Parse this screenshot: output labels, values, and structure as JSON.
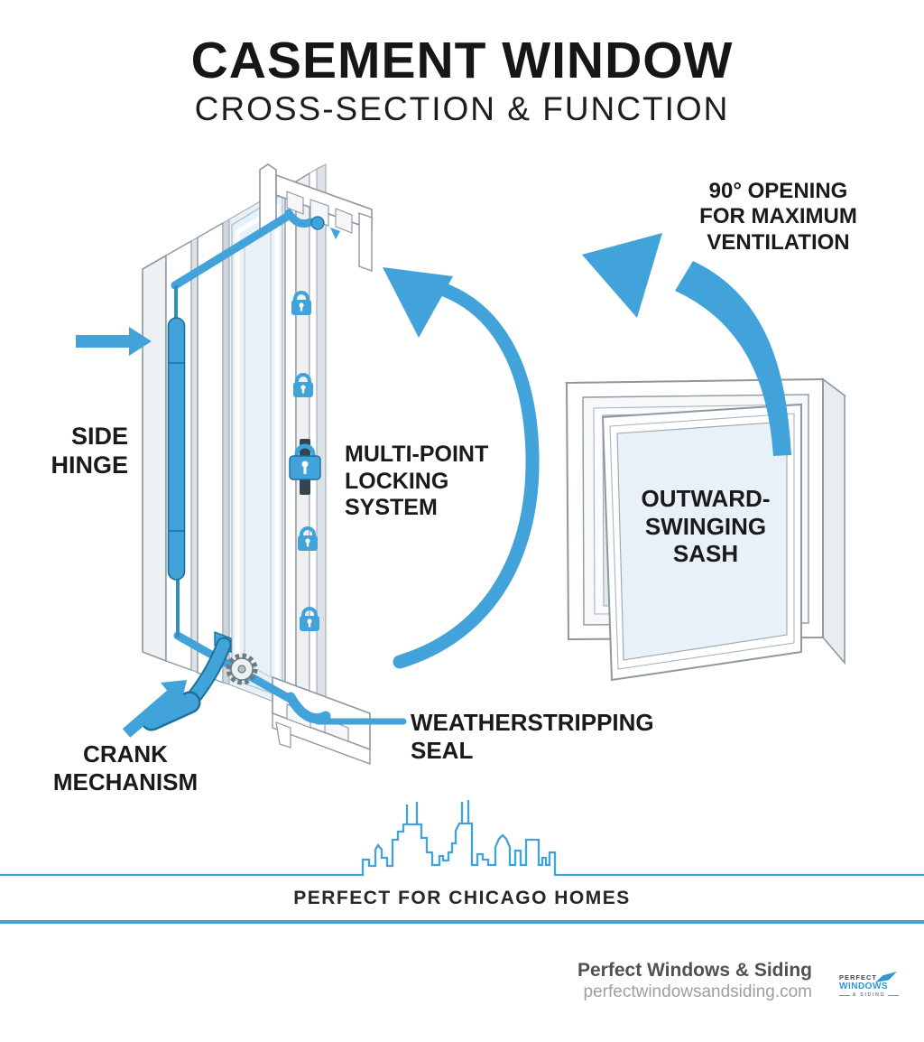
{
  "header": {
    "title": "CASEMENT WINDOW",
    "subtitle": "CROSS-SECTION & FUNCTION"
  },
  "labels": {
    "opening": "90° OPENING FOR MAXIMUM VENTILATION",
    "side_hinge": "SIDE HINGE",
    "multi_point_locking": "MULTI-POINT LOCKING SYSTEM",
    "outward_swinging_sash": "OUTWARD-SWINGING SASH",
    "weatherstripping_seal": "WEATHERSTRIPPING SEAL",
    "crank_mechanism": "CRANK MECHANISM"
  },
  "tagline": "PERFECT FOR CHICAGO HOMES",
  "footer": {
    "brand": "Perfect Windows & Siding",
    "website": "perfectwindowsandsiding.com",
    "logo": {
      "top": "PERFECT",
      "middle": "WINDOWS",
      "bottom": "& SIDING"
    }
  },
  "icons": {
    "locks": "lock-icon",
    "gear": "gear-icon",
    "skyline": "chicago-skyline-icon",
    "hinge_arrow": "arrow-right-icon",
    "swing_arrow": "curved-arrow-icon",
    "opening_arrow": "curved-arrow-icon",
    "crank_arrow": "arrow-up-right-icon"
  },
  "colors": {
    "accent_blue": "#41a3da",
    "seal_blue_dark": "#1d6f9c",
    "glass_blue": "#e8f1f8",
    "frame_line_gray": "#8d989f",
    "text_black": "#1a1a1c",
    "brand_text_gray": "#4e5256",
    "website_gray": "#9aa0a4"
  }
}
